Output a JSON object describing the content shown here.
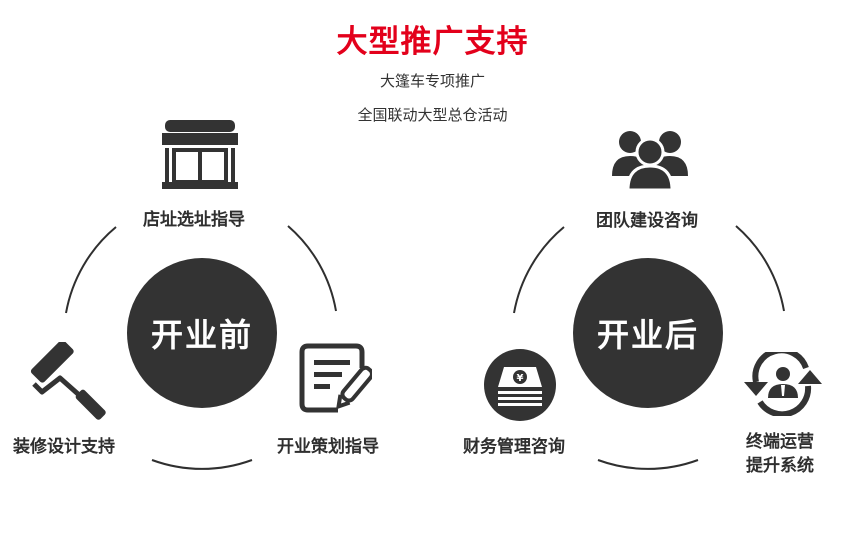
{
  "header": {
    "title": "大型推广支持",
    "subtitle_1": "大篷车专项推广",
    "subtitle_2": "全国联动大型总仓活动"
  },
  "colors": {
    "title_red": "#e3001b",
    "dark": "#333333",
    "text": "#2f2f2f"
  },
  "before_opening": {
    "center_label": "开业前",
    "items": [
      {
        "label": "店址选址指导",
        "icon": "storefront-icon"
      },
      {
        "label": "装修设计支持",
        "icon": "paint-roller-icon"
      },
      {
        "label": "开业策划指导",
        "icon": "document-edit-icon"
      }
    ]
  },
  "after_opening": {
    "center_label": "开业后",
    "items": [
      {
        "label": "团队建设咨询",
        "icon": "team-icon"
      },
      {
        "label": "财务管理咨询",
        "icon": "yuan-money-icon"
      },
      {
        "label_line1": "终端运营",
        "label_line2": "提升系统",
        "icon": "person-cycle-icon"
      }
    ]
  }
}
